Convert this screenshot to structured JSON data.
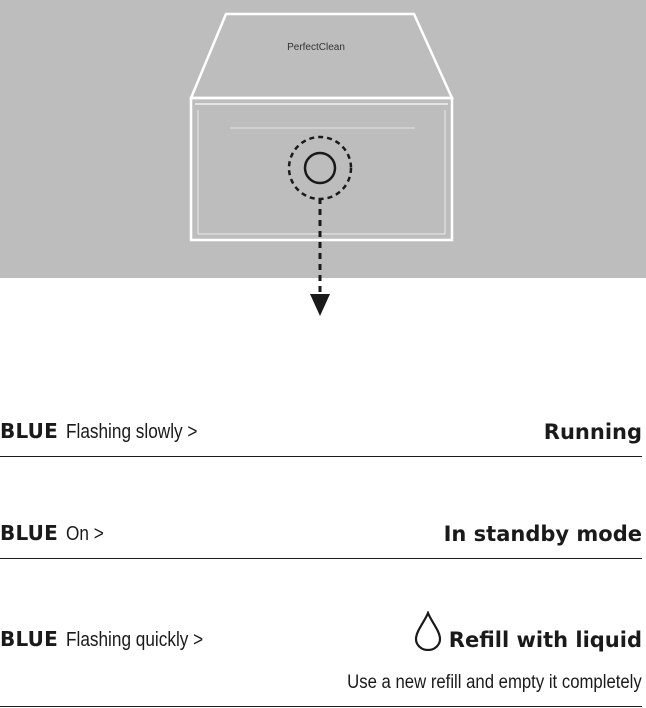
{
  "device": {
    "brand": "PerfectClean"
  },
  "rows": [
    {
      "color": "BLUE",
      "condition": "Flashing slowly >",
      "status": "Running"
    },
    {
      "color": "BLUE",
      "condition": "On >",
      "status": "In standby mode"
    },
    {
      "color": "BLUE",
      "condition": "Flashing quickly >",
      "status": "Refill with liquid",
      "note": "Use a new refill and empty it completely",
      "icon": "drop-icon"
    }
  ]
}
